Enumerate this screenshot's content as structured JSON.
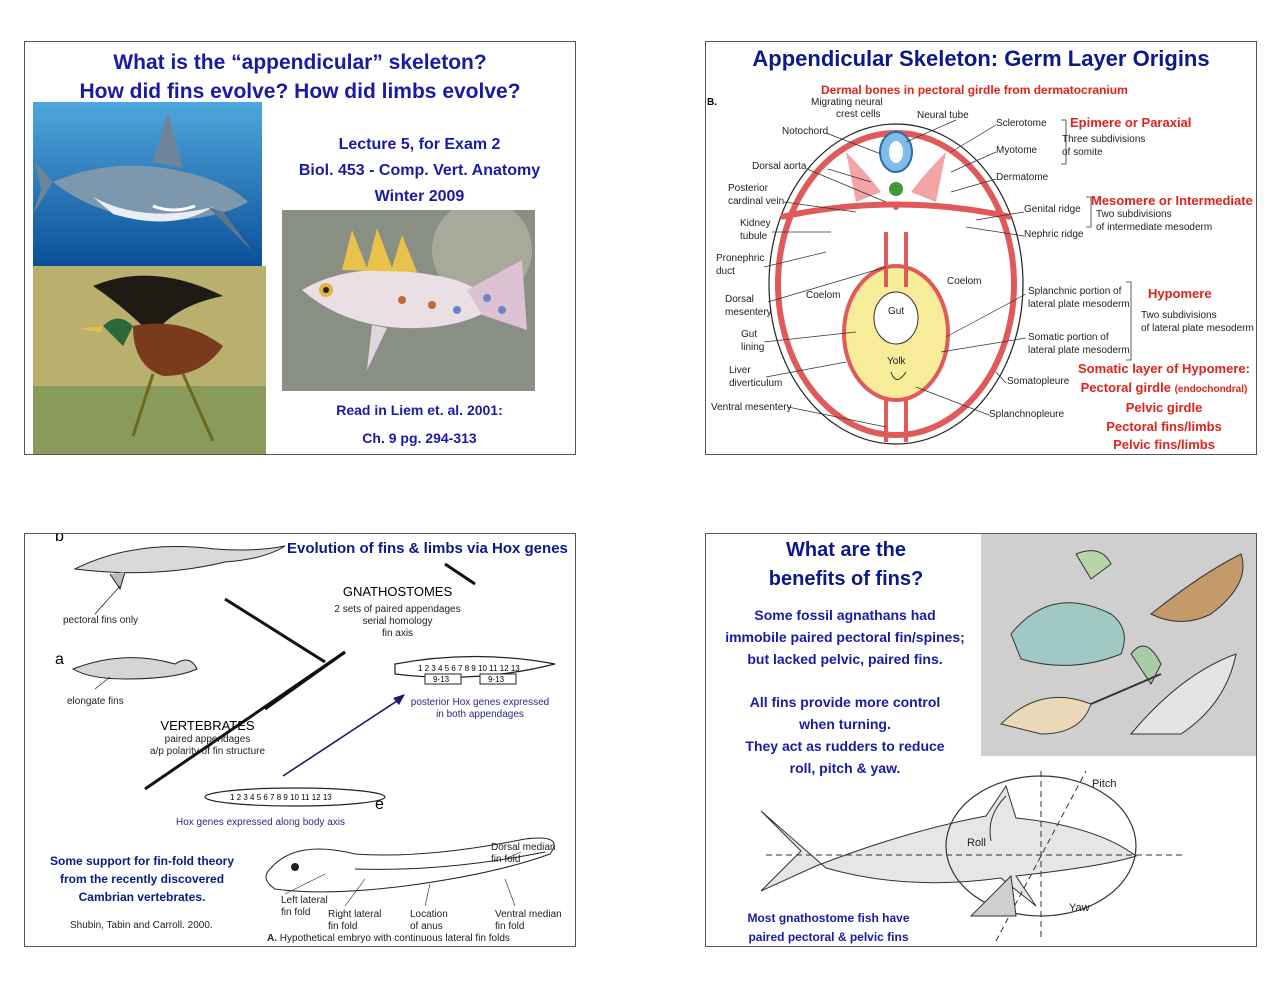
{
  "slide1": {
    "title_line1": "What is the “appendicular” skeleton?",
    "title_line2": "How did fins evolve?  How did limbs evolve?",
    "info_line1": "Lecture 5, for Exam 2",
    "info_line2": "Biol. 453 - Comp. Vert. Anatomy",
    "info_line3": "Winter 2009",
    "read_line1": "Read in Liem et. al. 2001:",
    "read_line2": "Ch. 9 pg. 294-313"
  },
  "slide2": {
    "title": "Appendicular Skeleton: Germ Layer Origins",
    "subtitle": "Dermal bones in pectoral girdle from dermatocranium",
    "panel_letter": "B.",
    "labels_left": [
      "Migrating neural",
      "crest cells",
      "Notochord",
      "Dorsal aorta",
      "Posterior",
      "cardinal vein",
      "Kidney",
      "tubule",
      "Pronephric",
      "duct",
      "Dorsal",
      "mesentery",
      "Gut",
      "lining",
      "Liver",
      "diverticulum",
      "Ventral mesentery"
    ],
    "labels_inner": [
      "Neural tube",
      "Coelom",
      "Coelom",
      "Gut",
      "Yolk"
    ],
    "labels_right": [
      "Sclerotome",
      "Myotome",
      "Dermatome",
      "Genital ridge",
      "Nephric ridge",
      "Splanchnic portion of",
      "lateral plate mesoderm",
      "Somatic portion of",
      "lateral plate mesoderm",
      "Somatopleure",
      "Splanchnopleure"
    ],
    "epimere_title": "Epimere or Paraxial",
    "epimere_note1": "Three subdivisions",
    "epimere_note2": "of somite",
    "mesomere_title": "Mesomere or Intermediate",
    "mesomere_note1": "Two subdivisions",
    "mesomere_note2": "of intermediate mesoderm",
    "hypomere_title": "Hypomere",
    "hypomere_note1": "Two subdivisions",
    "hypomere_note2": "of lateral plate mesoderm",
    "somatic_title": "Somatic layer of Hypomere:",
    "somatic_item1": "Pectoral girdle",
    "somatic_item1_note": "(endochondral)",
    "somatic_item2": "Pelvic girdle",
    "somatic_item3": "Pectoral fins/limbs",
    "somatic_item4": "Pelvic fins/limbs"
  },
  "slide3": {
    "title": "Evolution of fins & limbs via Hox genes",
    "letter_b": "b",
    "letter_a": "a",
    "letter_e": "e",
    "pectoral_only": "pectoral fins only",
    "elongate": "elongate fins",
    "gnath_title": "GNATHOSTOMES",
    "gnath_1": "2 sets of paired appendages",
    "gnath_2": "serial  homology",
    "gnath_3": "fin axis",
    "vert_title": "VERTEBRATES",
    "vert_1": "paired appendages",
    "vert_2": "a/p polarity of fin structure",
    "hox_numbers": "1 2 3 4 5 6 7 8 9 10 11 12 13",
    "hox_913_a": "9-13",
    "hox_913_b": "9-13",
    "posterior_1": "posterior Hox genes expressed",
    "posterior_2": "in both appendages",
    "hox_body_numbers": "1 2 3 4 5 6 7 8 9 10 11 12 13",
    "hox_body": "Hox genes expressed along body axis",
    "support_1": "Some support for fin-fold theory",
    "support_2": "from the recently discovered",
    "support_3": "Cambrian vertebrates.",
    "citation": "Shubin, Tabin and  Carroll. 2000.",
    "emb_dorsal_1": "Dorsal median",
    "emb_dorsal_2": "fin fold",
    "emb_left_1": "Left lateral",
    "emb_left_2": "fin fold",
    "emb_right_1": "Right lateral",
    "emb_right_2": "fin fold",
    "emb_loc_1": "Location",
    "emb_loc_2": "of anus",
    "emb_ventral_1": "Ventral median",
    "emb_ventral_2": "fin fold",
    "emb_caption_a": "A.",
    "emb_caption": "Hypothetical embryo with continuous lateral fin folds"
  },
  "slide4": {
    "title_1": "What are the",
    "title_2": "benefits of fins?",
    "p1_1": "Some fossil agnathans had",
    "p1_2": "immobile paired pectoral fin/spines;",
    "p1_3": "but lacked pelvic, paired fins.",
    "p2_1": "All fins provide more control",
    "p2_2": "when turning.",
    "p2_3": "They act as rudders to reduce",
    "p2_4": "roll, pitch & yaw.",
    "pitch": "Pitch",
    "roll": "Roll",
    "yaw": "Yaw",
    "bottom_1": "Most gnathostome fish have",
    "bottom_2": "paired pectoral & pelvic fins"
  },
  "colors": {
    "title_blue": "#1a1aa8",
    "accent_red": "#e0231b",
    "body_blue": "#1a1aa8"
  }
}
